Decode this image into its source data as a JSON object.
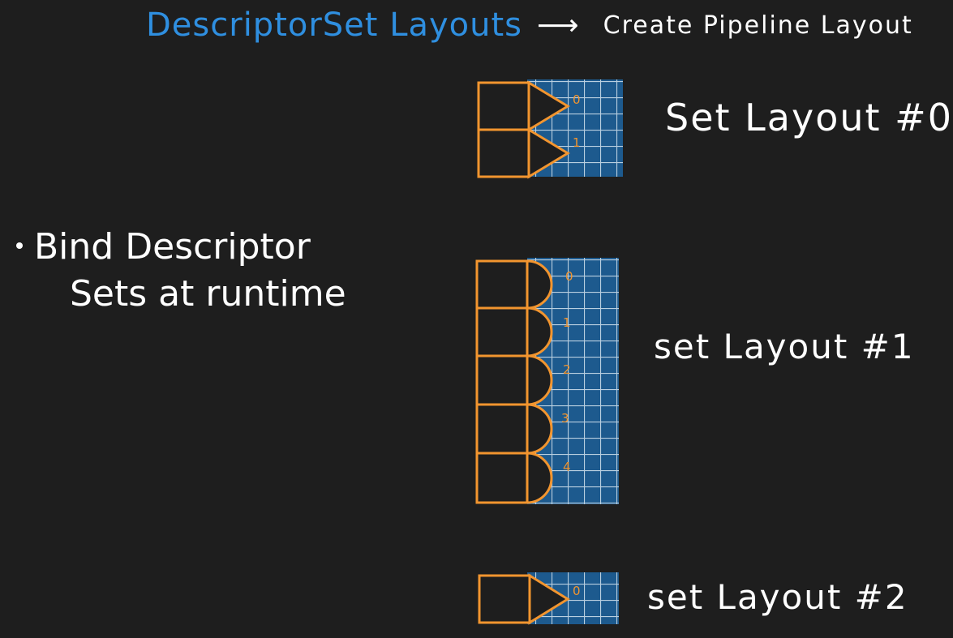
{
  "header": {
    "left_text": "DescriptorSet Layouts",
    "arrow": "⟶",
    "right_text": "Create Pipeline Layout"
  },
  "bullet": {
    "line1": "Bind Descriptor",
    "line2": "Sets at runtime"
  },
  "set_layouts": [
    {
      "label": "Set Layout #0",
      "bindings": [
        "0",
        "1"
      ],
      "connector": "triangle"
    },
    {
      "label": "set Layout #1",
      "bindings": [
        "0",
        "1",
        "2",
        "3",
        "4"
      ],
      "connector": "semicircle"
    },
    {
      "label": "set Layout #2",
      "bindings": [
        "0"
      ],
      "connector": "triangle"
    }
  ],
  "colors": {
    "background": "#1e1e1e",
    "title_blue": "#2f8fe0",
    "outline_orange": "#f2952f",
    "grid_fill": "#1d5a8e",
    "grid_line": "#b9cfe0",
    "text": "#ffffff"
  }
}
